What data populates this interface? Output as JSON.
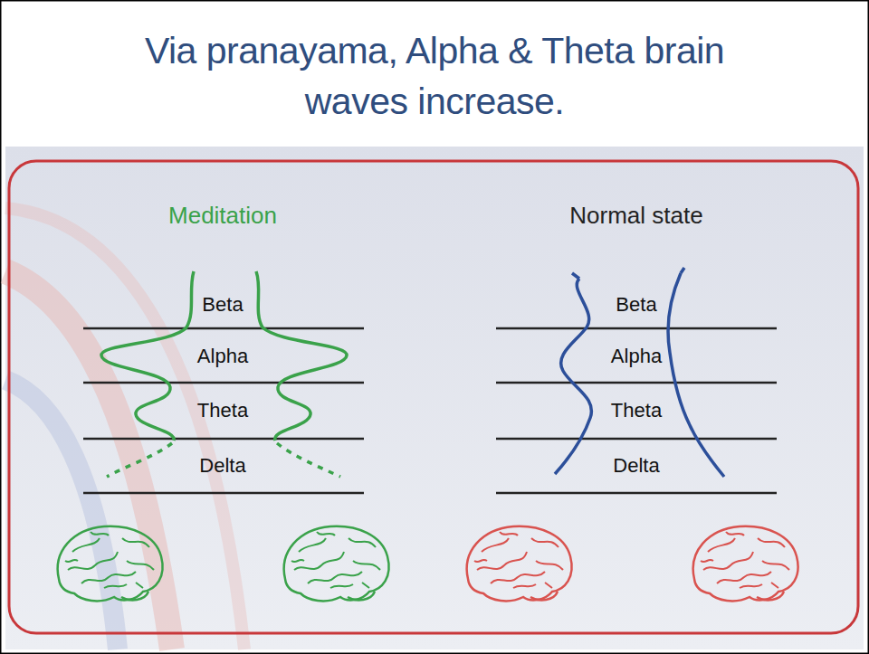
{
  "diagram": {
    "title": "Via pranayama, Alpha & Theta brain waves increase.",
    "labels": [
      "Meditation",
      "Beta",
      "Alpha",
      "Theta",
      "Delta",
      "Normal state",
      "Beta",
      "Alpha",
      "Theta",
      "Delta"
    ]
  }
}
